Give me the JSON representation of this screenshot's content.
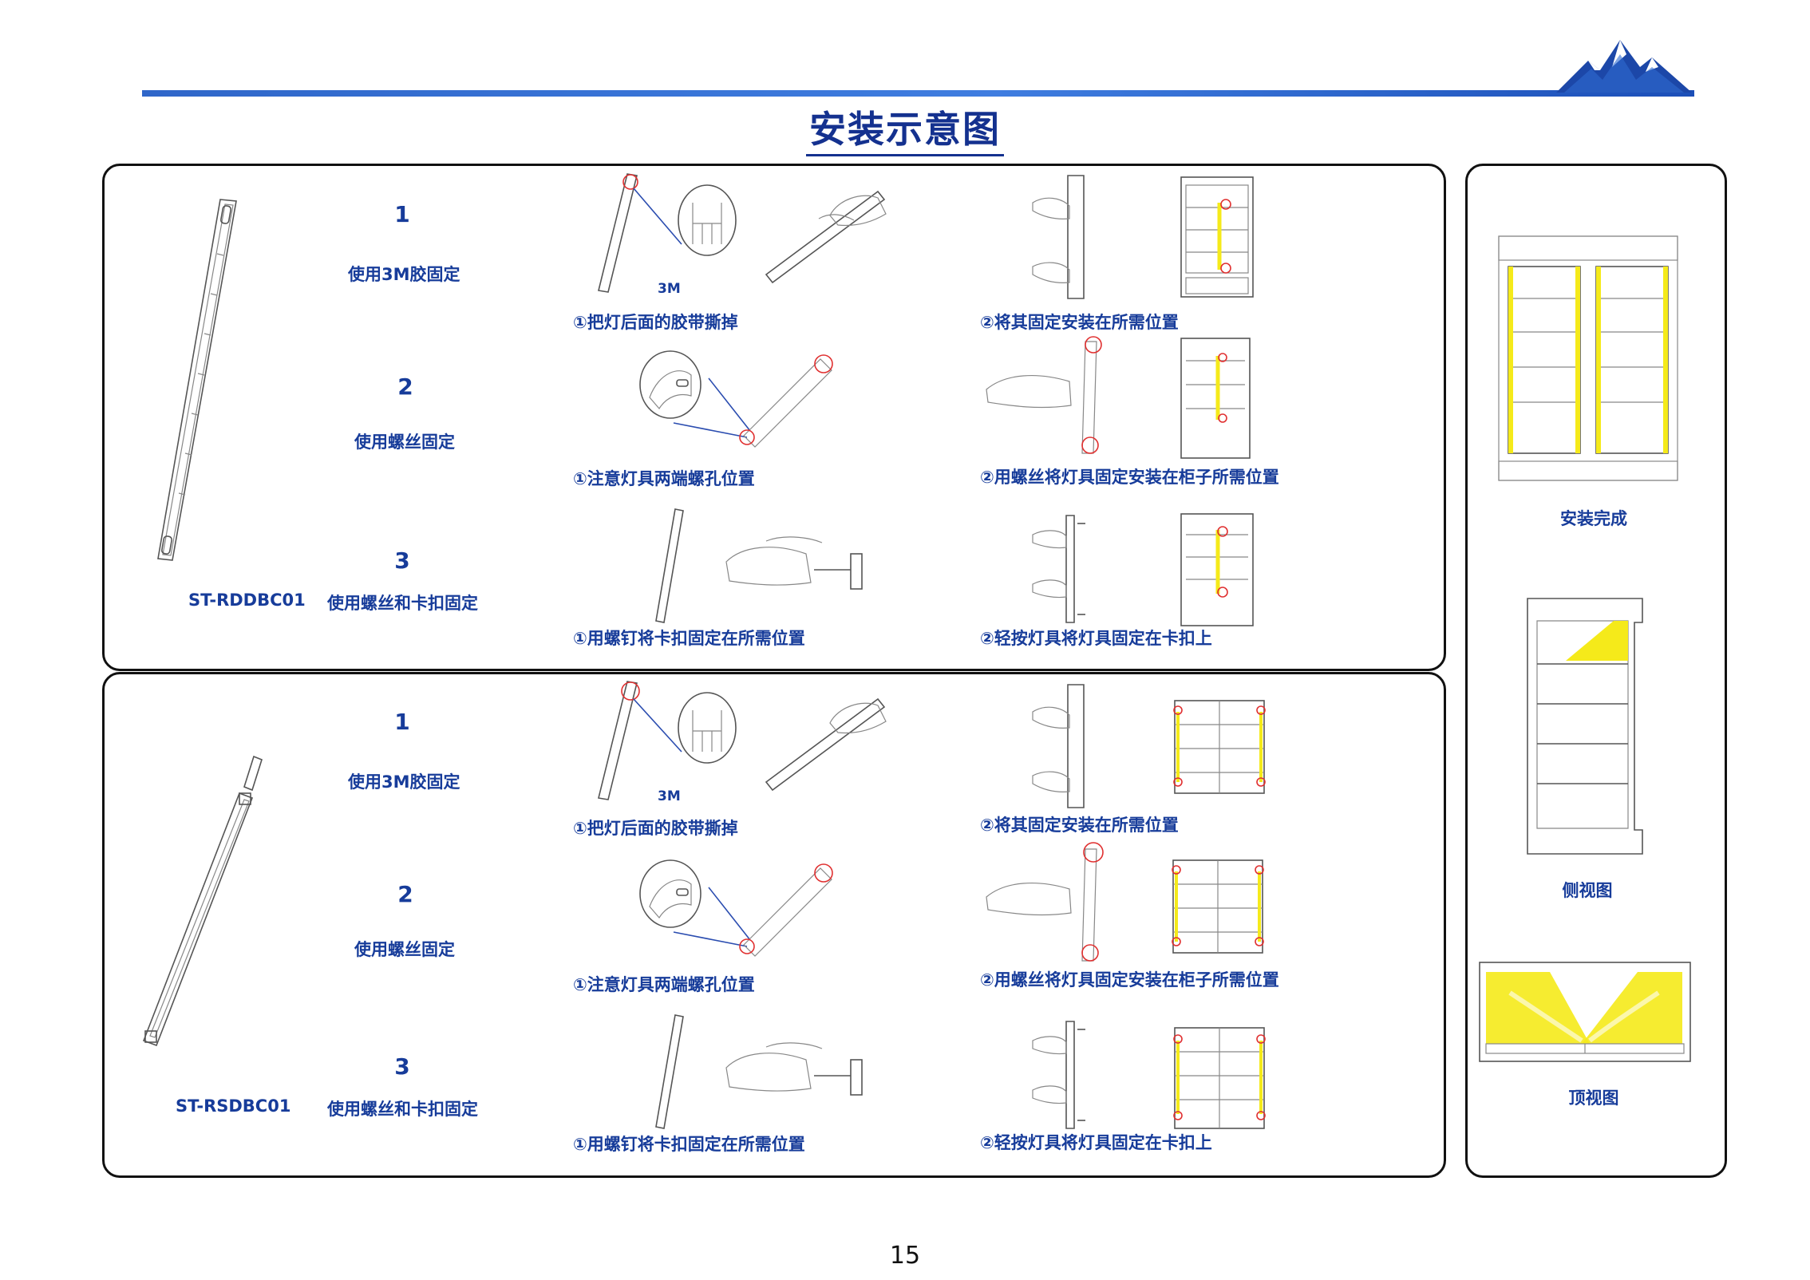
{
  "title": "安装示意图",
  "page_number": "15",
  "sections": [
    {
      "model": "ST-RDDBC01",
      "methods": [
        {
          "number": "1",
          "label": "使用3M胶固定",
          "step1": "①把灯后面的胶带撕掉",
          "step2": "②将其固定安装在所需位置",
          "tag": "3M"
        },
        {
          "number": "2",
          "label": "使用螺丝固定",
          "step1": "①注意灯具两端螺孔位置",
          "step2": "②用螺丝将灯具固定安装在柜子所需位置"
        },
        {
          "number": "3",
          "label": "使用螺丝和卡扣固定",
          "step1": "①用螺钉将卡扣固定在所需位置",
          "step2": "②轻按灯具将灯具固定在卡扣上"
        }
      ]
    },
    {
      "model": "ST-RSDBC01",
      "methods": [
        {
          "number": "1",
          "label": "使用3M胶固定",
          "step1": "①把灯后面的胶带撕掉",
          "step2": "②将其固定安装在所需位置",
          "tag": "3M"
        },
        {
          "number": "2",
          "label": "使用螺丝固定",
          "step1": "①注意灯具两端螺孔位置",
          "step2": "②用螺丝将灯具固定安装在柜子所需位置"
        },
        {
          "number": "3",
          "label": "使用螺丝和卡扣固定",
          "step1": "①用螺钉将卡扣固定在所需位置",
          "step2": "②轻按灯具将灯具固定在卡扣上"
        }
      ]
    }
  ],
  "side_panel": {
    "complete_label": "安装完成",
    "side_view_label": "侧视图",
    "top_view_label": "顶视图"
  },
  "colors": {
    "accent_blue": "#173c9a",
    "highlight_yellow": "#f5ea1a",
    "marker_red": "#e03030"
  }
}
